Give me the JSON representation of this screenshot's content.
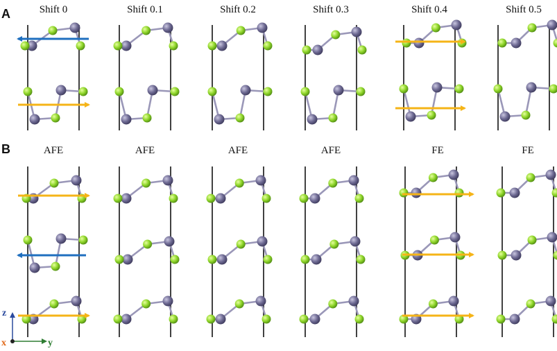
{
  "panels": [
    {
      "letter": "A",
      "titles": [
        "Shift 0",
        "Shift 0.1",
        "Shift 0.2",
        "Shift 0.3",
        "Shift 0.4",
        "Shift 0.5"
      ]
    },
    {
      "letter": "B",
      "titles": [
        "AFE",
        "AFE",
        "AFE",
        "AFE",
        "FE",
        "FE"
      ]
    }
  ],
  "axes": {
    "z": "z",
    "x": "x",
    "y": "y"
  },
  "colors": {
    "metal_atom": "#6e6a93",
    "chalcogen_atom": "#8fd62a",
    "bond_metal": "#9a97b8",
    "bond_chalcogen": "#a6dd4a",
    "arrow_up": "#f5b417",
    "arrow_down": "#1f6fbf",
    "cell_line": "#111111",
    "axis_z": "#2b4a9e",
    "axis_x": "#e06a1a",
    "axis_y": "#2e7d32"
  },
  "icons": {
    "polarization_arrow": "arrow-icon",
    "atom": "sphere-icon"
  }
}
